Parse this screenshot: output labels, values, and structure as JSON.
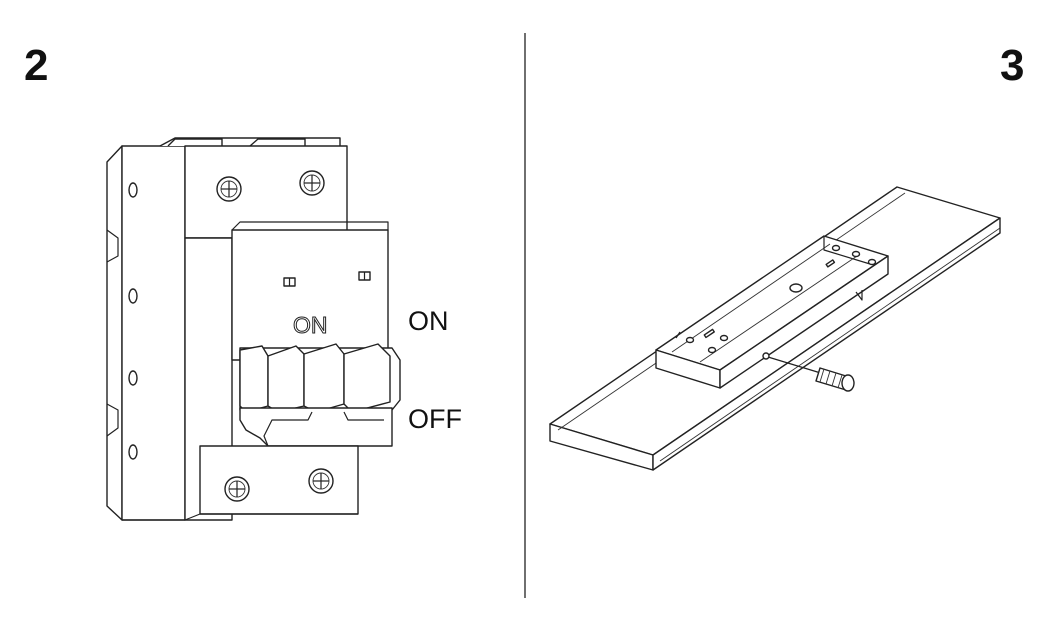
{
  "panels": [
    {
      "step_number": "2",
      "device": "circuit-breaker",
      "embossed_label": "ON",
      "on_label": "ON",
      "off_label": "OFF"
    },
    {
      "step_number": "3",
      "device": "ceiling-panel-with-mounting-bracket",
      "tool": "screwdriver"
    }
  ],
  "colors": {
    "line": "#222222",
    "background": "#ffffff"
  }
}
